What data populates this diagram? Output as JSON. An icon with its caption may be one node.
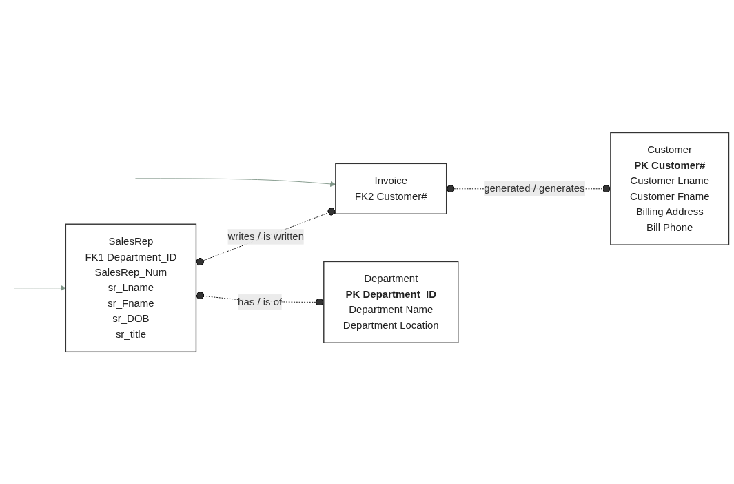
{
  "diagram": {
    "nodes": [
      {
        "text": [
          "SalesRep",
          "FK1",
          "Department_ID",
          "SalesRep_Num",
          "sr_Lname",
          "sr_Fname",
          "sr_DOB",
          "sr_title"
        ]
      },
      {
        "text": [
          "Invoice",
          "FK2",
          "Customer#"
        ]
      },
      {
        "text": [
          "Department",
          "PK",
          "Department_ID",
          "Department Name",
          "Department Location"
        ]
      },
      {
        "text": [
          "Customer",
          "PK",
          "Customer#",
          "Customer Lname",
          "Customer Fname",
          "Billing Address",
          "Bill Phone"
        ]
      }
    ],
    "edges": [
      {
        "from": 0,
        "to": 1,
        "arrow": "other",
        "label": "writes / is written",
        "style": "dashed"
      },
      {
        "from": 1,
        "to": 3,
        "arrow": "other",
        "label": "generated / generates",
        "style": "dashed"
      },
      {
        "from": 0,
        "to": 2,
        "arrow": "other",
        "label": "has / is of",
        "style": "dashed"
      },
      {
        "from": null,
        "to": 0,
        "arrow": "to",
        "color": "#7f9688"
      },
      {
        "from": null,
        "to": 1,
        "arrow": "to",
        "color": "#7f9688"
      }
    ]
  }
}
